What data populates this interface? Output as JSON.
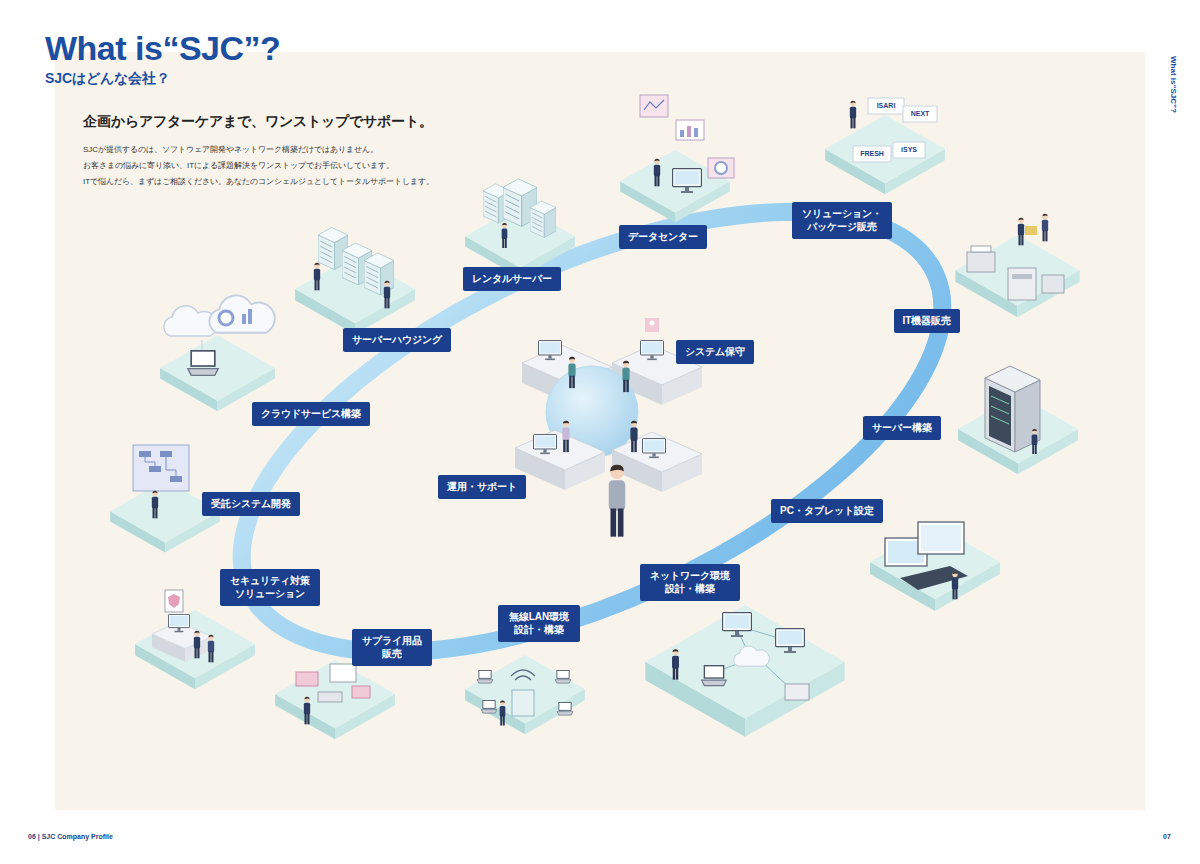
{
  "diagram": {
    "title": "What is“SJC”?",
    "nodes": [
      {
        "text": [
          "サーバーハウジング"
        ]
      },
      {
        "text": [
          "レンタルサーバー"
        ]
      },
      {
        "text": [
          "データセンター"
        ]
      },
      {
        "text": [
          "ソリューション・ パッケージ販売"
        ]
      },
      {
        "text": [
          "IT機器販売"
        ]
      },
      {
        "text": [
          "サーバー構築"
        ]
      },
      {
        "text": [
          "PC・タブレット設定"
        ]
      },
      {
        "text": [
          "ネットワーク環境 設計・構築"
        ]
      },
      {
        "text": [
          "無線LAN環境 設計・構築"
        ]
      },
      {
        "text": [
          "サプライ用品 販売"
        ]
      },
      {
        "text": [
          "セキュリティ対策 ソリューション"
        ]
      },
      {
        "text": [
          "受託システム開発"
        ]
      },
      {
        "text": [
          "クラウドサービス構築"
        ]
      },
      {
        "text": [
          "システム保守"
        ]
      },
      {
        "text": [
          "運用・サポート"
        ]
      }
    ],
    "labels": [
      "SJCはどんな会社？",
      "企画からアフターケアまで、ワンストップでサポート。",
      "SJCが提供するのは、ソフトウェア開発やネットワーク構築だけではありません。",
      "お客さまの悩みに寄り添い、ITによる課題解決をワンストップでお手伝いしています。",
      "ITで悩んだら、まずはご相談ください。あなたのコンシェルジュとしてトータルサポートします。",
      "What is“SJC”?",
      "ISARI",
      "NEXT",
      "FRESH",
      "iSYS",
      "06 | SJC Company Profile",
      "07"
    ]
  }
}
